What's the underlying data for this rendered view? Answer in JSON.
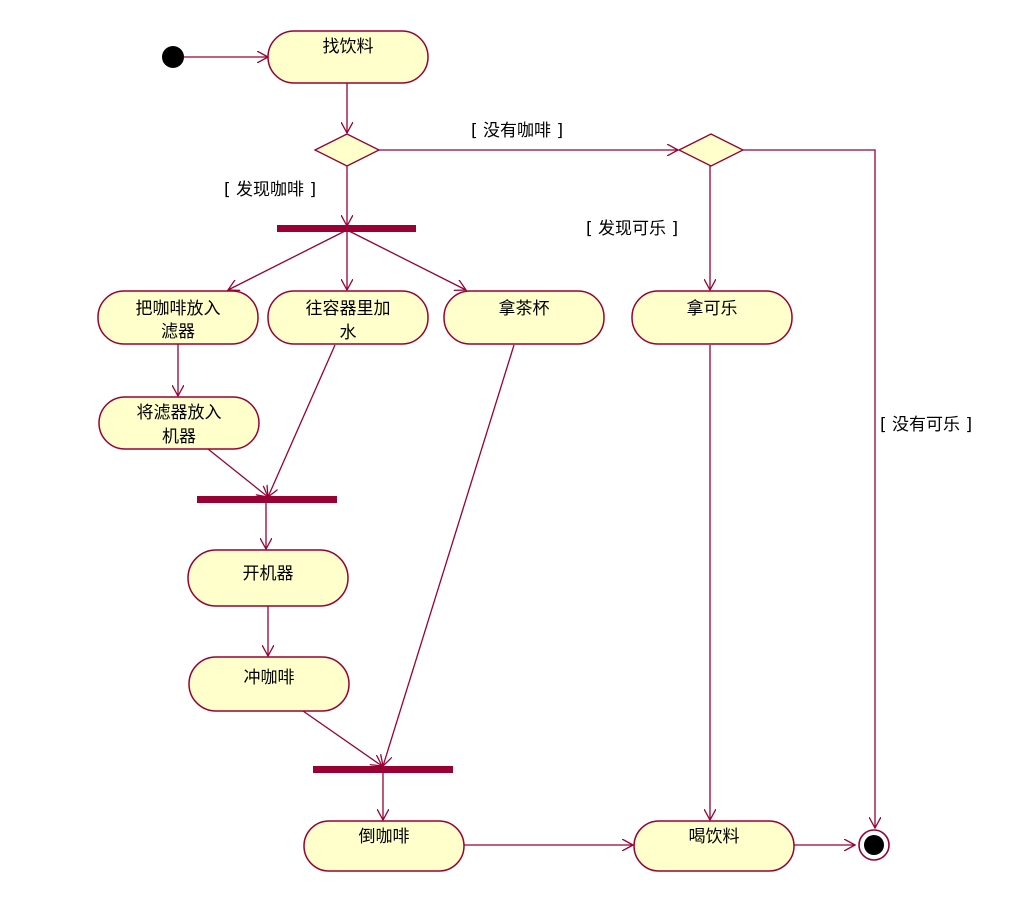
{
  "activities": {
    "find_drink": "找饮料",
    "put_coffee_line1": "把咖啡放入",
    "put_coffee_line2": "滤器",
    "add_water_line1": "往容器里加",
    "add_water_line2": "水",
    "get_cup": "拿茶杯",
    "get_cola": "拿可乐",
    "filter_machine_line1": "将滤器放入",
    "filter_machine_line2": "机器",
    "start_machine": "开机器",
    "brew_coffee": "冲咖啡",
    "pour_coffee": "倒咖啡",
    "drink": "喝饮料"
  },
  "guards": {
    "no_coffee": "[ 没有咖啡 ]",
    "found_coffee": "[ 发现咖啡 ]",
    "found_cola": "[ 发现可乐 ]",
    "no_cola": "[ 没有可乐 ]"
  },
  "colors": {
    "line": "#990033",
    "activity_fill": "#ffffcc"
  }
}
